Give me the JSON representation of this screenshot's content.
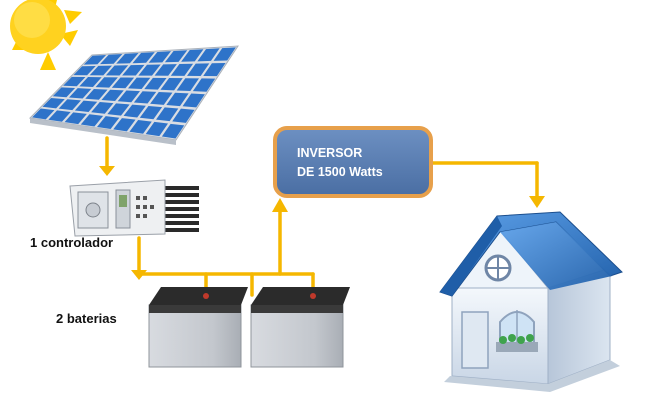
{
  "labels": {
    "controller": "1 controlador",
    "batteries": "2 baterias",
    "inverter_line1": "INVERSOR",
    "inverter_line2": "DE 1500 Watts"
  },
  "colors": {
    "wire": "#f5b700",
    "inverter_fill": "#5b7fb4",
    "inverter_border": "#e7a04b",
    "panel_cell": "#2e73c9",
    "panel_frame": "#d9dde3",
    "roof": "#2f74c4",
    "house_wall": "#e6eef7",
    "sun": "#ffd21f",
    "battery_top": "#2b2b2b",
    "battery_body": "#c9ccd1"
  },
  "icons": [
    "sun-icon",
    "solar-panel-icon",
    "charge-controller-icon",
    "battery-icon",
    "house-icon"
  ]
}
